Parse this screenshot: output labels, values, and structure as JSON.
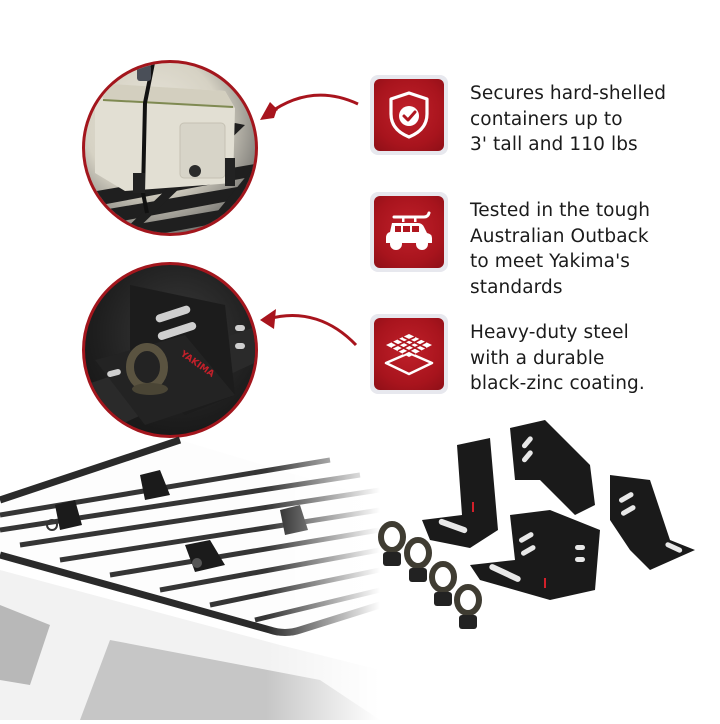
{
  "features": [
    {
      "icon": "shield-check-icon",
      "lines": [
        "Secures hard-shelled",
        "containers up to",
        "3' tall and 110 lbs"
      ]
    },
    {
      "icon": "car-with-roof-rack-icon",
      "lines": [
        "Tested in the tough",
        "Australian Outback",
        "to meet Yakima's",
        "standards"
      ]
    },
    {
      "icon": "layered-grid-icon",
      "lines": [
        "Heavy-duty steel",
        "with a durable",
        "black-zinc coating."
      ]
    }
  ],
  "callouts": [
    {
      "label": "cooler-strapped-on-rack-closeup"
    },
    {
      "label": "bracket-with-eye-bolt-closeup",
      "brand": "YAKIMA"
    }
  ],
  "product": {
    "brand": "YAKIMA",
    "brackets": 4,
    "eye_bolts": 4
  },
  "colors": {
    "accent": "#a8141d",
    "badge_bg": "#e7e8ee",
    "text": "#1b1b1b"
  }
}
